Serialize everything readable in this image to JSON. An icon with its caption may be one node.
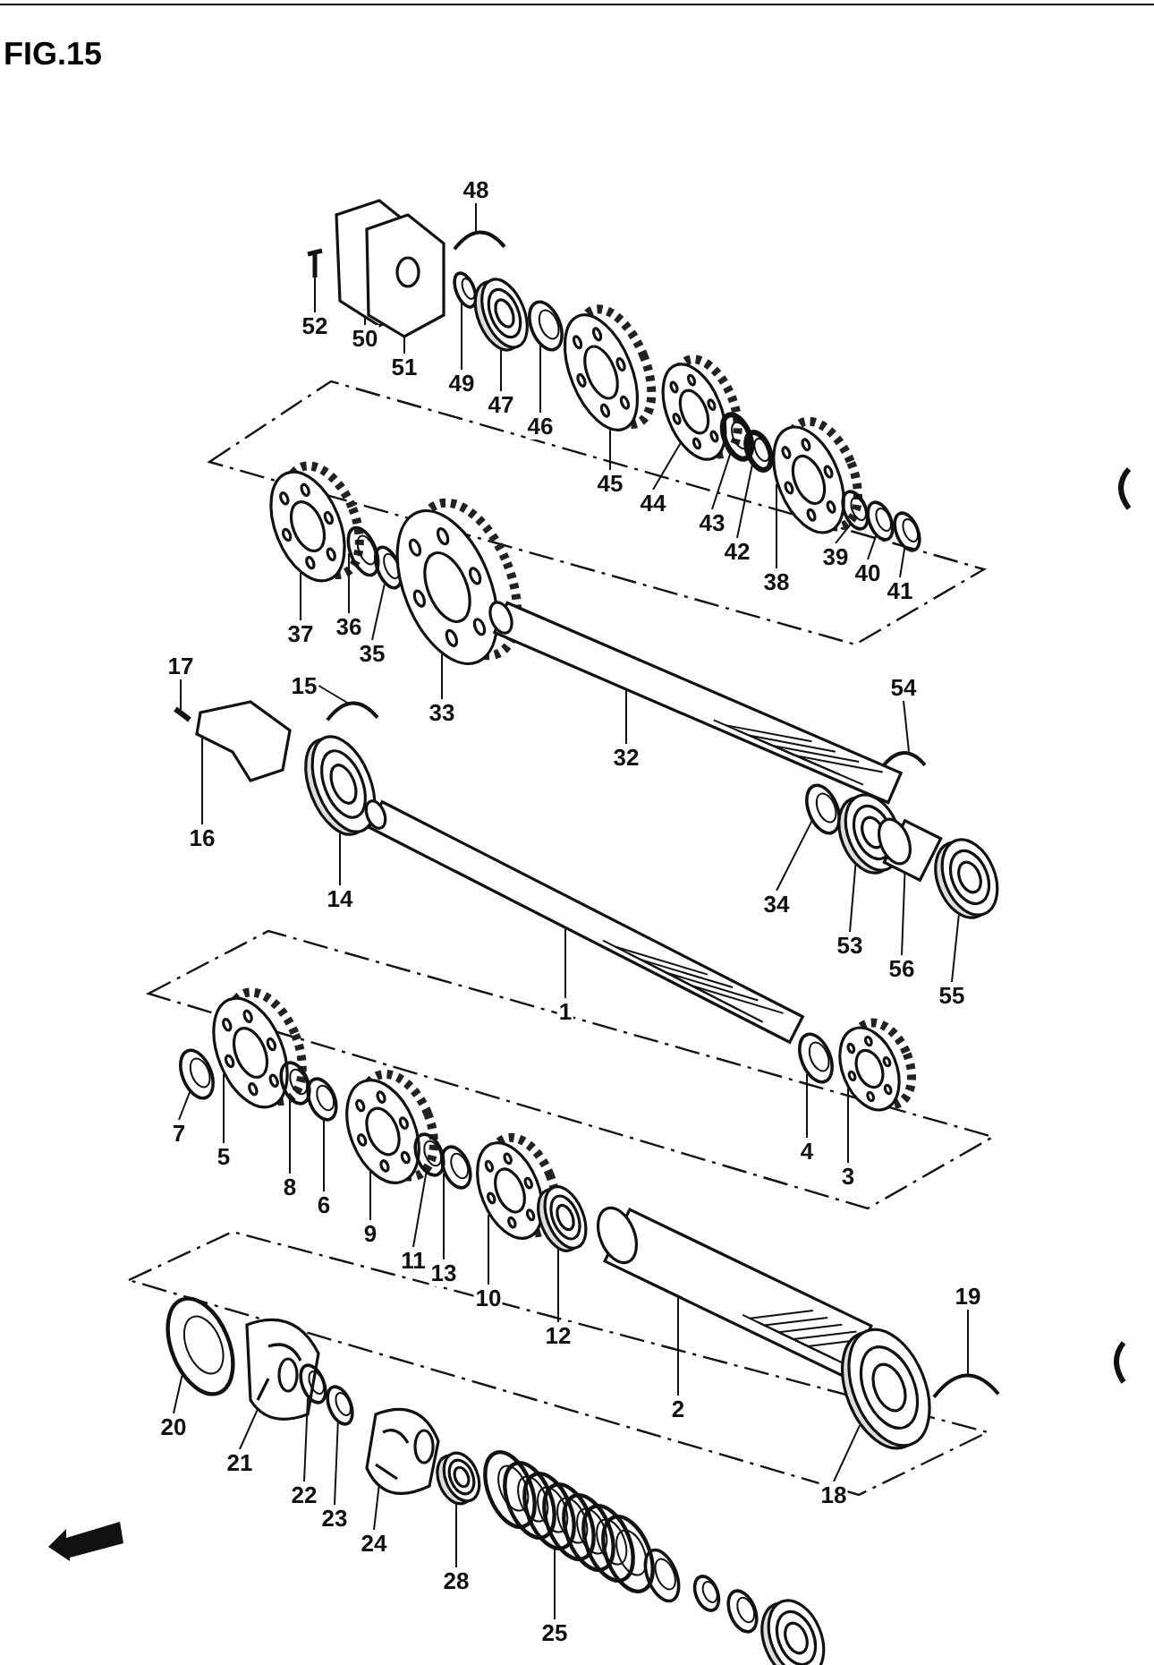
{
  "diagram": {
    "title": "FIG.15",
    "nodes": [
      {
        "text": [
          "48"
        ]
      },
      {
        "text": [
          "52"
        ]
      },
      {
        "text": [
          "50"
        ]
      },
      {
        "text": [
          "51"
        ]
      },
      {
        "text": [
          "49"
        ]
      },
      {
        "text": [
          "47"
        ]
      },
      {
        "text": [
          "46"
        ]
      },
      {
        "text": [
          "45"
        ]
      },
      {
        "text": [
          "44"
        ]
      },
      {
        "text": [
          "43"
        ]
      },
      {
        "text": [
          "42"
        ]
      },
      {
        "text": [
          "38"
        ]
      },
      {
        "text": [
          "39"
        ]
      },
      {
        "text": [
          "40"
        ]
      },
      {
        "text": [
          "41"
        ]
      },
      {
        "text": [
          "37"
        ]
      },
      {
        "text": [
          "36"
        ]
      },
      {
        "text": [
          "35"
        ]
      },
      {
        "text": [
          "33"
        ]
      },
      {
        "text": [
          "17"
        ]
      },
      {
        "text": [
          "15"
        ]
      },
      {
        "text": [
          "54"
        ]
      },
      {
        "text": [
          "32"
        ]
      },
      {
        "text": [
          "16"
        ]
      },
      {
        "text": [
          "14"
        ]
      },
      {
        "text": [
          "34"
        ]
      },
      {
        "text": [
          "53"
        ]
      },
      {
        "text": [
          "56"
        ]
      },
      {
        "text": [
          "55"
        ]
      },
      {
        "text": [
          "1"
        ]
      },
      {
        "text": [
          "7"
        ]
      },
      {
        "text": [
          "5"
        ]
      },
      {
        "text": [
          "8"
        ]
      },
      {
        "text": [
          "6"
        ]
      },
      {
        "text": [
          "4"
        ]
      },
      {
        "text": [
          "3"
        ]
      },
      {
        "text": [
          "9"
        ]
      },
      {
        "text": [
          "11"
        ]
      },
      {
        "text": [
          "13"
        ]
      },
      {
        "text": [
          "10"
        ]
      },
      {
        "text": [
          "12"
        ]
      },
      {
        "text": [
          "2"
        ]
      },
      {
        "text": [
          "19"
        ]
      },
      {
        "text": [
          "20"
        ]
      },
      {
        "text": [
          "21"
        ]
      },
      {
        "text": [
          "22"
        ]
      },
      {
        "text": [
          "23"
        ]
      },
      {
        "text": [
          "24"
        ]
      },
      {
        "text": [
          "18"
        ]
      },
      {
        "text": [
          "28"
        ]
      },
      {
        "text": [
          "25"
        ]
      },
      {
        "text": [],
        "shape": "picture"
      },
      {
        "text": [],
        "shape": "picture"
      },
      {
        "text": [],
        "shape": "picture"
      },
      {
        "text": [],
        "shape": "picture"
      },
      {
        "text": [],
        "shape": "picture"
      },
      {
        "text": [],
        "shape": "picture"
      },
      {
        "text": [],
        "shape": "picture"
      },
      {
        "text": [],
        "shape": "picture"
      },
      {
        "text": [],
        "shape": "picture"
      },
      {
        "text": [],
        "shape": "picture"
      },
      {
        "text": [],
        "shape": "picture"
      },
      {
        "text": [],
        "shape": "picture"
      },
      {
        "text": [],
        "shape": "picture"
      },
      {
        "text": [],
        "shape": "picture"
      },
      {
        "text": [],
        "shape": "picture"
      },
      {
        "text": [],
        "shape": "picture"
      },
      {
        "text": [],
        "shape": "picture"
      },
      {
        "text": [],
        "shape": "picture"
      },
      {
        "text": [],
        "shape": "picture"
      },
      {
        "text": [],
        "shape": "picture"
      },
      {
        "text": [],
        "shape": "picture"
      },
      {
        "text": [],
        "shape": "picture"
      },
      {
        "text": [],
        "shape": "picture"
      },
      {
        "text": [],
        "shape": "picture"
      },
      {
        "text": [],
        "shape": "picture"
      },
      {
        "text": [],
        "shape": "picture"
      },
      {
        "text": [],
        "shape": "picture"
      },
      {
        "text": [],
        "shape": "picture"
      },
      {
        "text": [],
        "shape": "picture"
      },
      {
        "text": [],
        "shape": "picture"
      },
      {
        "text": [],
        "shape": "picture"
      },
      {
        "text": [],
        "shape": "picture"
      },
      {
        "text": [],
        "shape": "picture"
      },
      {
        "text": [],
        "shape": "picture"
      },
      {
        "text": [],
        "shape": "picture"
      },
      {
        "text": [],
        "shape": "picture"
      },
      {
        "text": [],
        "shape": "picture"
      },
      {
        "text": [],
        "shape": "picture"
      },
      {
        "text": [],
        "shape": "picture"
      },
      {
        "text": [],
        "shape": "picture"
      },
      {
        "text": [],
        "shape": "picture"
      },
      {
        "text": [],
        "shape": "picture"
      },
      {
        "text": [],
        "shape": "picture"
      },
      {
        "text": [],
        "shape": "picture"
      },
      {
        "text": [],
        "shape": "picture"
      },
      {
        "text": [],
        "shape": "picture"
      },
      {
        "text": [],
        "shape": "picture"
      },
      {
        "text": [],
        "shape": "picture"
      },
      {
        "text": [],
        "shape": "picture"
      },
      {
        "text": [],
        "shape": "picture"
      },
      {
        "text": [],
        "shape": "picture"
      }
    ],
    "edges": [
      {
        "from": 0,
        "to": 51,
        "arrow": "none"
      },
      {
        "from": 1,
        "to": 52,
        "arrow": "none"
      },
      {
        "from": 2,
        "to": 53,
        "arrow": "none"
      },
      {
        "from": 3,
        "to": 54,
        "arrow": "none"
      },
      {
        "from": 4,
        "to": 55,
        "arrow": "none"
      },
      {
        "from": 5,
        "to": 56,
        "arrow": "none"
      },
      {
        "from": 6,
        "to": 57,
        "arrow": "none"
      },
      {
        "from": 7,
        "to": 58,
        "arrow": "none"
      },
      {
        "from": 8,
        "to": 59,
        "arrow": "none"
      },
      {
        "from": 9,
        "to": 60,
        "arrow": "none"
      },
      {
        "from": 10,
        "to": 61,
        "arrow": "none"
      },
      {
        "from": 11,
        "to": 62,
        "arrow": "none"
      },
      {
        "from": 12,
        "to": 63,
        "arrow": "none"
      },
      {
        "from": 13,
        "to": 64,
        "arrow": "none"
      },
      {
        "from": 14,
        "to": 65,
        "arrow": "none"
      },
      {
        "from": 15,
        "to": 66,
        "arrow": "none"
      },
      {
        "from": 16,
        "to": 67,
        "arrow": "none"
      },
      {
        "from": 17,
        "to": 68,
        "arrow": "none"
      },
      {
        "from": 18,
        "to": 69,
        "arrow": "none"
      },
      {
        "from": 19,
        "to": 70,
        "arrow": "none"
      },
      {
        "from": 20,
        "to": 71,
        "arrow": "none"
      },
      {
        "from": 21,
        "to": 72,
        "arrow": "none"
      },
      {
        "from": 22,
        "to": 73,
        "arrow": "none"
      },
      {
        "from": 23,
        "to": 74,
        "arrow": "none"
      },
      {
        "from": 24,
        "to": 75,
        "arrow": "none"
      },
      {
        "from": 25,
        "to": 76,
        "arrow": "none"
      },
      {
        "from": 26,
        "to": 77,
        "arrow": "none"
      },
      {
        "from": 27,
        "to": 78,
        "arrow": "none"
      },
      {
        "from": 28,
        "to": 79,
        "arrow": "none"
      },
      {
        "from": 29,
        "to": 80,
        "arrow": "none"
      },
      {
        "from": 30,
        "to": 81,
        "arrow": "none"
      },
      {
        "from": 31,
        "to": 82,
        "arrow": "none"
      },
      {
        "from": 32,
        "to": 83,
        "arrow": "none"
      },
      {
        "from": 33,
        "to": 84,
        "arrow": "none"
      },
      {
        "from": 34,
        "to": 85,
        "arrow": "none"
      },
      {
        "from": 35,
        "to": 86,
        "arrow": "none"
      },
      {
        "from": 36,
        "to": 87,
        "arrow": "none"
      },
      {
        "from": 37,
        "to": 88,
        "arrow": "none"
      },
      {
        "from": 38,
        "to": 89,
        "arrow": "none"
      },
      {
        "from": 39,
        "to": 90,
        "arrow": "none"
      },
      {
        "from": 40,
        "to": 91,
        "arrow": "none"
      },
      {
        "from": 41,
        "to": 92,
        "arrow": "none"
      },
      {
        "from": 42,
        "to": 93,
        "arrow": "none"
      },
      {
        "from": 43,
        "to": 94,
        "arrow": "none"
      },
      {
        "from": 44,
        "to": 95,
        "arrow": "none"
      },
      {
        "from": 45,
        "to": 96,
        "arrow": "none"
      },
      {
        "from": 46,
        "to": 97,
        "arrow": "none"
      },
      {
        "from": 47,
        "to": 98,
        "arrow": "none"
      },
      {
        "from": 48,
        "to": 99,
        "arrow": "none"
      },
      {
        "from": 49,
        "to": 100,
        "arrow": "none"
      },
      {
        "from": 50,
        "to": 101,
        "arrow": "none"
      }
    ]
  }
}
